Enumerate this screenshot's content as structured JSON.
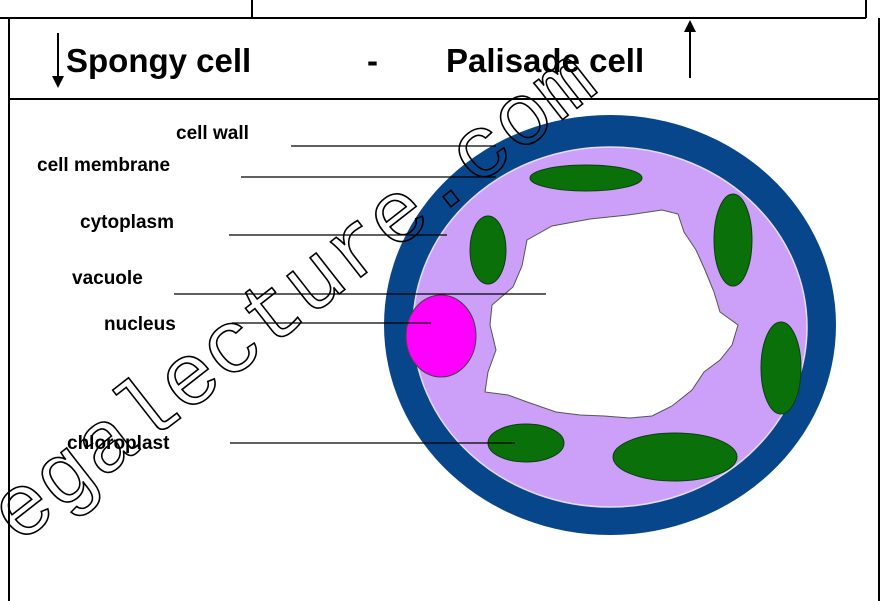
{
  "header": {
    "left_title": "Spongy cell",
    "separator": "-",
    "right_title": "Palisade cell"
  },
  "labels": {
    "cell_wall": "cell wall",
    "cell_membrane": "cell membrane",
    "cytoplasm": "cytoplasm",
    "vacuole": "vacuole",
    "nucleus": "nucleus",
    "chloroplast": "chloroplast"
  },
  "watermark": "egalecture.com",
  "colors": {
    "cell_wall": "#08468c",
    "cytoplasm": "#cca0f8",
    "chloroplast": "#0a700a",
    "nucleus": "#ff00ff",
    "vacuole": "#ffffff"
  }
}
